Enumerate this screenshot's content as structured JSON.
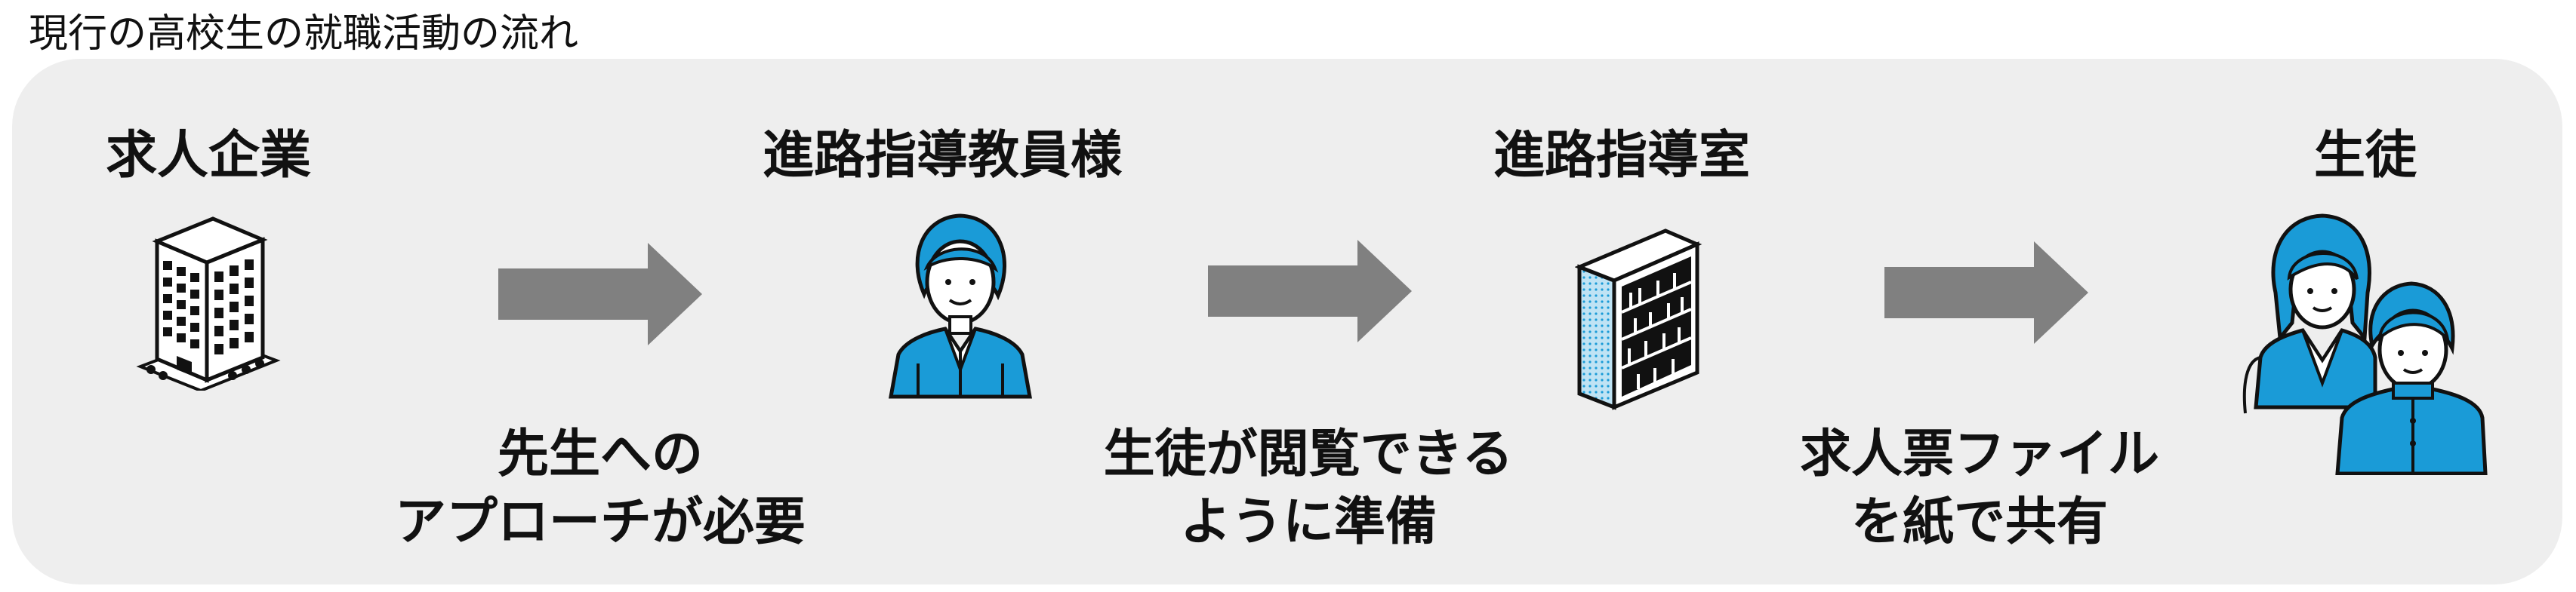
{
  "title": "現行の高校生の就職活動の流れ",
  "nodes": {
    "company": "求人企業",
    "teacher": "進路指導教員様",
    "room": "進路指導室",
    "students": "生徒"
  },
  "steps": {
    "s1": [
      "先生への",
      "アプローチが必要"
    ],
    "s2": [
      "生徒が閲覧できる",
      "ように準備"
    ],
    "s3": [
      "求人票ファイル",
      "を紙で共有"
    ]
  },
  "colors": {
    "accent": "#1a9bd7",
    "arrow": "#808080",
    "panel": "#eeeeee"
  },
  "icons": [
    "office-building-icon",
    "teacher-icon",
    "bookshelf-icon",
    "students-icon"
  ]
}
